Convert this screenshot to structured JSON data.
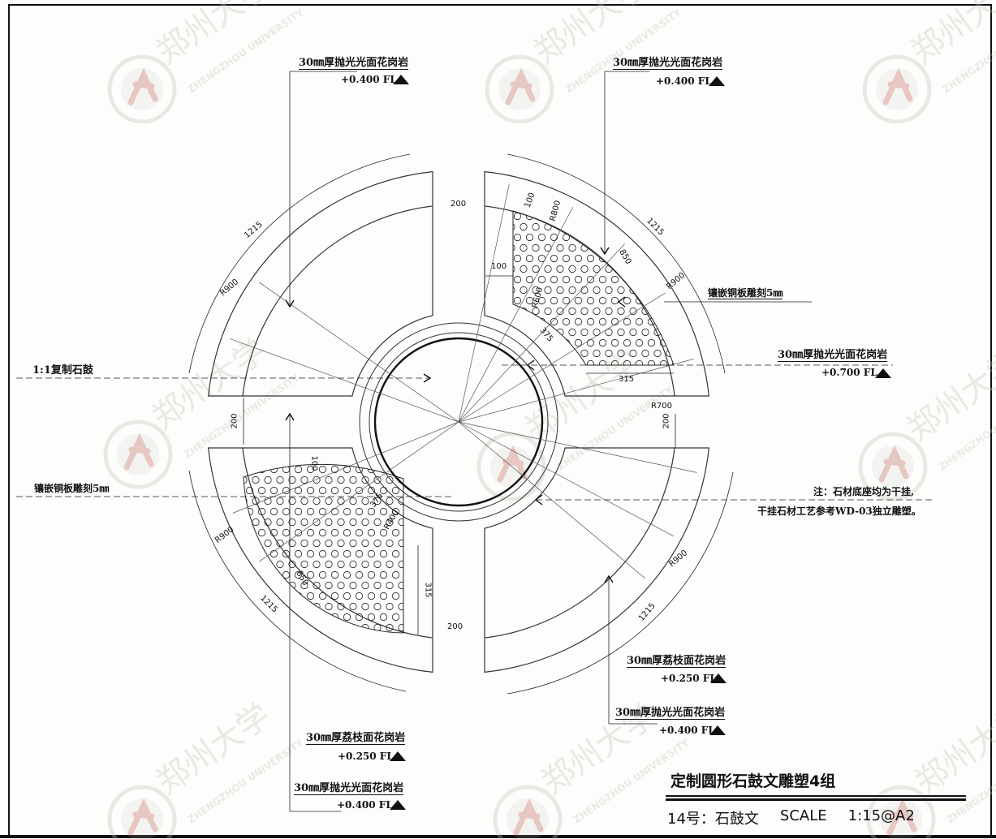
{
  "annotations": {
    "top_left_material": "30㎜厚抛光光面花岗岩",
    "top_left_level": "+0.400 FL",
    "top_right_material": "30㎜厚抛光光面花岗岩",
    "top_right_level": "+0.400 FL",
    "right_inlay": "镶嵌铜板雕刻5㎜",
    "right_material": "30㎜厚抛光光面花岗岩",
    "right_level": "+0.700 FL",
    "left_replica": "1:1复制石鼓",
    "left_inlay": "镶嵌铜板雕刻5㎜",
    "note_line1": "注：石材底座均为干挂,",
    "note_line2": "干挂石材工艺参考WD-03独立雕塑。",
    "br_material1": "30㎜厚荔枝面花岗岩",
    "br_level1": "+0.250 FL",
    "br_material2": "30㎜厚抛光光面花岗岩",
    "br_level2": "+0.400 FL",
    "bl_material1": "30㎜厚荔枝面花岗岩",
    "bl_level1": "+0.250 FL",
    "bl_material2": "30㎜厚抛光光面花岗岩",
    "bl_level2": "+0.400 FL"
  },
  "dimensions": {
    "arc_1215": "1215",
    "gap_200": "200",
    "r900": "R900",
    "r800": "R800",
    "r700": "R700",
    "r600": "R600",
    "r400": "R400",
    "d100": "100",
    "d850": "850",
    "d375": "375",
    "d315": "315"
  },
  "title_block": {
    "title": "定制圆形石鼓文雕塑4组",
    "drawing_no": "14号：石鼓文",
    "scale_label": "SCALE",
    "scale_value": "1:15@A2"
  },
  "watermark": {
    "text_cn": "郑州大学",
    "text_en": "ZHENGZHOU UNIVERSITY"
  },
  "colors": {
    "ink": "#111111",
    "paper": "#fdfdfc",
    "watermark_red": "#b8584a",
    "watermark_gray": "#bdbdb5"
  }
}
